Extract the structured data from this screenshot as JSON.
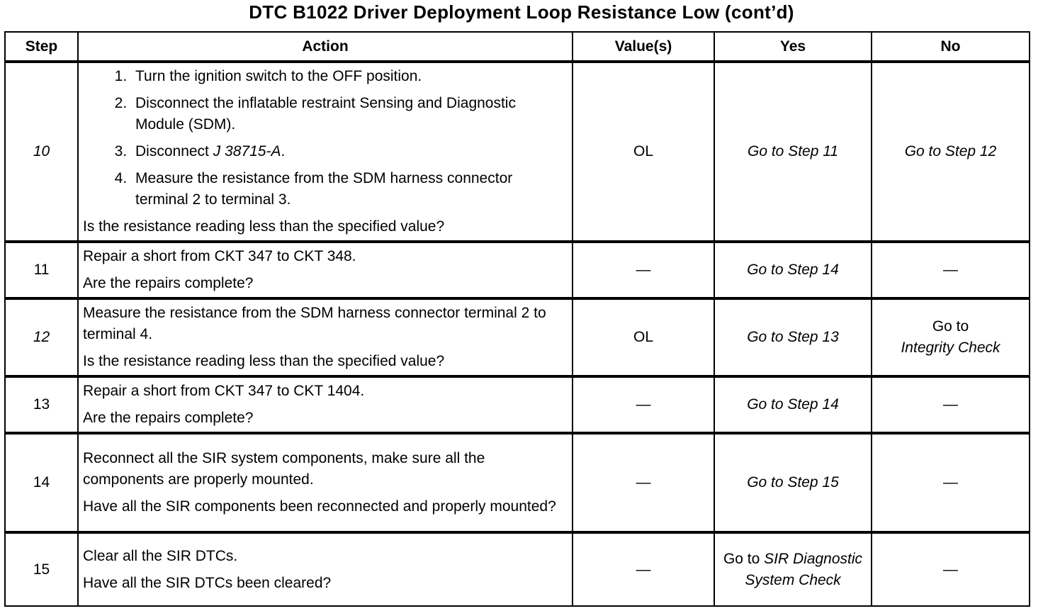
{
  "title": "DTC B1022 Driver Deployment Loop Resistance Low (cont’d)",
  "headers": {
    "step": "Step",
    "action": "Action",
    "value": "Value(s)",
    "yes": "Yes",
    "no": "No"
  },
  "rows": [
    {
      "step": "10",
      "substeps": [
        "Turn the ignition switch to the OFF position.",
        "Disconnect the inflatable restraint Sensing and Diagnostic Module (SDM).",
        "Measure the resistance from the SDM harness connector terminal 2 to terminal 3."
      ],
      "substep3_prefix": "Disconnect ",
      "substep3_tool": "J 38715-A",
      "substep3_suffix": ".",
      "question": "Is the resistance reading less than the specified value?",
      "value": "OL",
      "yes": "Go to Step 11",
      "no": "Go to Step 12"
    },
    {
      "step": "11",
      "lines": [
        "Repair a short from CKT 347 to CKT 348.",
        "Are the repairs complete?"
      ],
      "value": "—",
      "yes": "Go to Step 14",
      "no": "—"
    },
    {
      "step": "12",
      "lines": [
        "Measure the resistance from the SDM harness connector terminal 2 to terminal 4.",
        "Is the resistance reading less than the specified value?"
      ],
      "value": "OL",
      "yes": "Go to Step 13",
      "no_prefix": "Go to",
      "no_link": "Integrity Check"
    },
    {
      "step": "13",
      "lines": [
        "Repair a short from CKT 347 to CKT 1404.",
        "Are the repairs complete?"
      ],
      "value": "—",
      "yes": "Go to Step 14",
      "no": "—"
    },
    {
      "step": "14",
      "lines": [
        "Reconnect all the SIR system components, make sure all the components are properly mounted.",
        "Have all the SIR components been reconnected and properly mounted?"
      ],
      "value": "—",
      "yes": "Go to Step 15",
      "no": "—"
    },
    {
      "step": "15",
      "lines": [
        "Clear all the SIR DTCs.",
        "Have all the SIR DTCs been cleared?"
      ],
      "value": "—",
      "yes_prefix": "Go to ",
      "yes_link": "SIR Diagnostic System Check",
      "no": "—"
    }
  ]
}
